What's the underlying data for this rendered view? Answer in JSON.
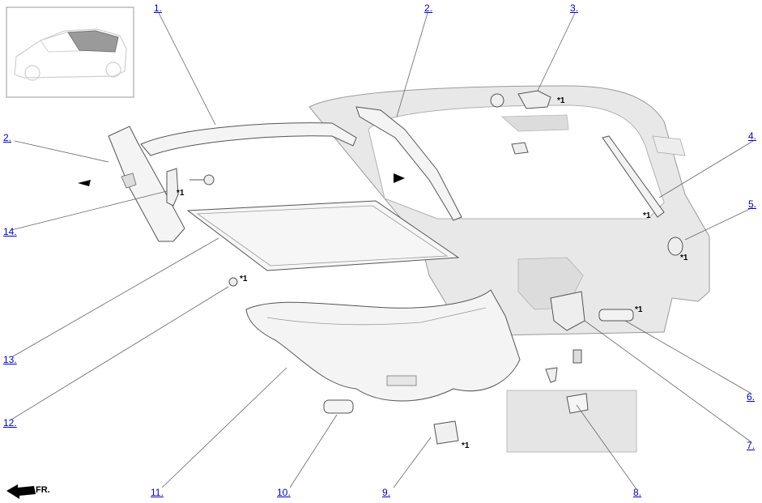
{
  "callouts": [
    {
      "id": "c1",
      "label": "1."
    },
    {
      "id": "c2a",
      "label": "2."
    },
    {
      "id": "c2b",
      "label": "2."
    },
    {
      "id": "c3",
      "label": "3."
    },
    {
      "id": "c4",
      "label": "4."
    },
    {
      "id": "c5",
      "label": "5."
    },
    {
      "id": "c6",
      "label": "6."
    },
    {
      "id": "c7",
      "label": "7."
    },
    {
      "id": "c8",
      "label": "8."
    },
    {
      "id": "c9",
      "label": "9."
    },
    {
      "id": "c10",
      "label": "10."
    },
    {
      "id": "c11",
      "label": "11."
    },
    {
      "id": "c12",
      "label": "12."
    },
    {
      "id": "c13",
      "label": "13."
    },
    {
      "id": "c14",
      "label": "14."
    }
  ],
  "note_mark": "*1",
  "direction": {
    "label": "FR."
  },
  "colors": {
    "link": "#0000cc",
    "part_fill": "#f2f2f2",
    "body_fill": "#e6e6e6",
    "outline": "#555555"
  }
}
